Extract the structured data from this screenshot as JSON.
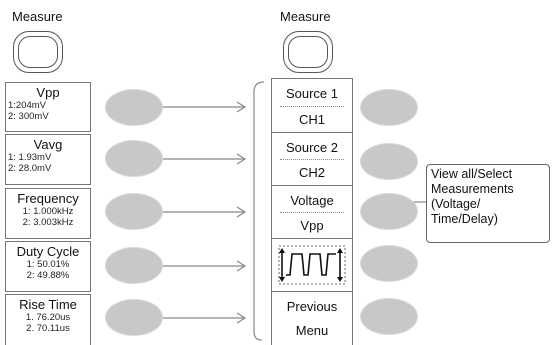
{
  "left_column": {
    "title": "Measure",
    "measurements": [
      {
        "name": "Vpp",
        "values": [
          "1:204mV",
          "2: 300mV"
        ]
      },
      {
        "name": "Vavg",
        "values": [
          "1: 1.93mV",
          "2: 28.0mV"
        ]
      },
      {
        "name": "Frequency",
        "values": [
          "1: 1.000kHz",
          "2: 3.003kHz"
        ]
      },
      {
        "name": "Duty Cycle",
        "values": [
          "1: 50.01%",
          "2: 49.88%"
        ]
      },
      {
        "name": "Rise Time",
        "values": [
          "1. 76.20us",
          "2. 70.11us"
        ]
      }
    ]
  },
  "right_column": {
    "title": "Measure",
    "menu": [
      {
        "label": "Source 1",
        "value": "CH1"
      },
      {
        "label": "Source 2",
        "value": "CH2"
      },
      {
        "label": "Voltage",
        "value": "Vpp"
      },
      {
        "icon": "waveform-gating-icon"
      },
      {
        "label": "Previous",
        "value": "Menu"
      }
    ]
  },
  "callout": {
    "lines": [
      "View all/Select",
      "Measurements",
      "(Voltage/",
      "Time/Delay)"
    ]
  },
  "colors": {
    "softkey": "#c8c8c8",
    "border": "#777777",
    "arrow": "#888888"
  }
}
